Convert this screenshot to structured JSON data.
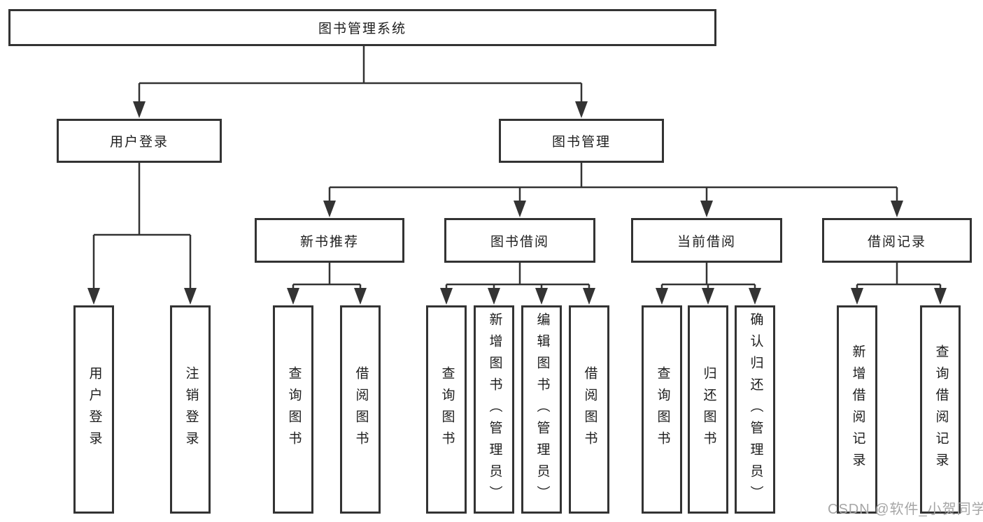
{
  "tree": {
    "label": "图书管理系统",
    "children": [
      {
        "label": "用户登录",
        "children": [
          {
            "label": "用户登录"
          },
          {
            "label": "注销登录"
          }
        ]
      },
      {
        "label": "图书管理",
        "children": [
          {
            "label": "新书推荐",
            "children": [
              {
                "label": "查询图书"
              },
              {
                "label": "借阅图书"
              }
            ]
          },
          {
            "label": "图书借阅",
            "children": [
              {
                "label": "查询图书"
              },
              {
                "label": "新增图书（管理员）"
              },
              {
                "label": "编辑图书（管理员）"
              },
              {
                "label": "借阅图书"
              }
            ]
          },
          {
            "label": "当前借阅",
            "children": [
              {
                "label": "查询图书"
              },
              {
                "label": "归还图书"
              },
              {
                "label": "确认归还（管理员）"
              }
            ]
          },
          {
            "label": "借阅记录",
            "children": [
              {
                "label": "新增借阅记录"
              },
              {
                "label": "查询借阅记录"
              }
            ]
          }
        ]
      }
    ]
  },
  "colors": {
    "line": "#333333",
    "box_border": "#333333",
    "text": "#1d1d1d",
    "watermark": "#a6a6a6"
  },
  "watermark": {
    "text": "CSDN @软件_小贺同学"
  }
}
